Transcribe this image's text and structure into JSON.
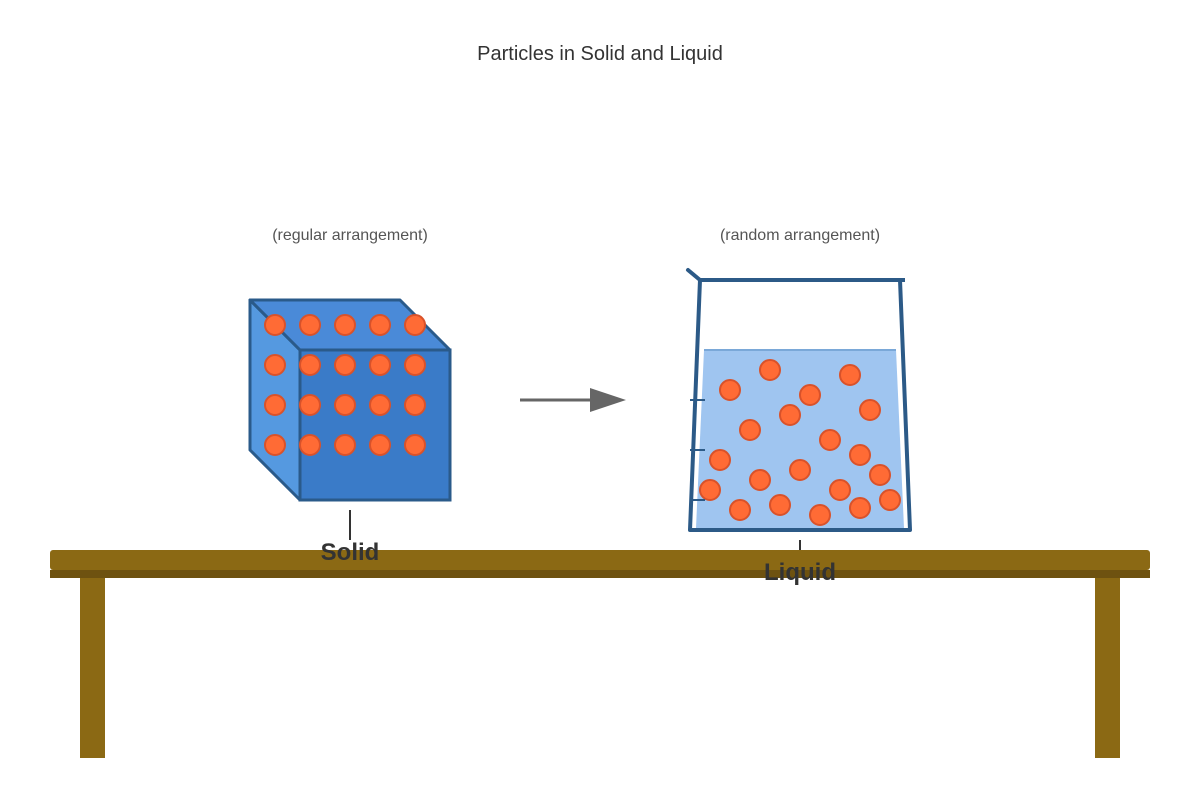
{
  "title": "Particles in Solid and Liquid",
  "solid": {
    "note": "(regular arrangement)",
    "label": "Solid"
  },
  "liquid": {
    "note": "(random arrangement)",
    "label": "Liquid"
  },
  "colors": {
    "cube_front": "#3a7bc8",
    "cube_top": "#4a8ad8",
    "cube_side": "#5599e0",
    "cube_stroke": "#2a5a8a",
    "particle_fill": "#ff6b35",
    "particle_stroke": "#d9522a",
    "beaker_stroke": "#2c5a87",
    "liquid_fill": "#9fc5f0",
    "arrow": "#666666",
    "table": "#8b6914",
    "table_shadow": "#6e5210",
    "text": "#333333"
  }
}
